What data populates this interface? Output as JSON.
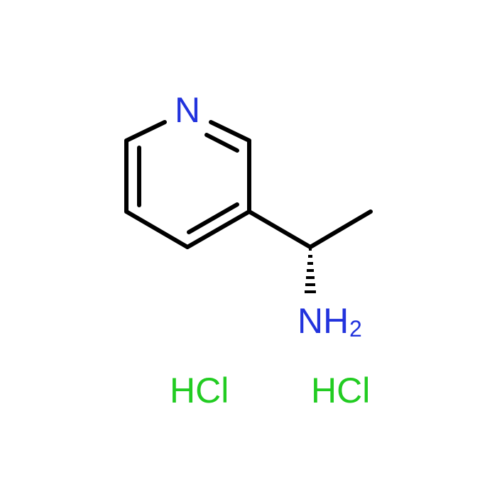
{
  "molecule": {
    "atoms": {
      "ring_nitrogen": "N",
      "amine_group": "NH",
      "amine_subscript": "2"
    },
    "counterions": [
      {
        "label": "HCl"
      },
      {
        "label": "HCl"
      }
    ],
    "colors": {
      "bond": "#000000",
      "nitrogen": "#2233dd",
      "chlorine_salt": "#22cc22",
      "background": "#ffffff"
    },
    "stereo": "hashed-wedge"
  }
}
